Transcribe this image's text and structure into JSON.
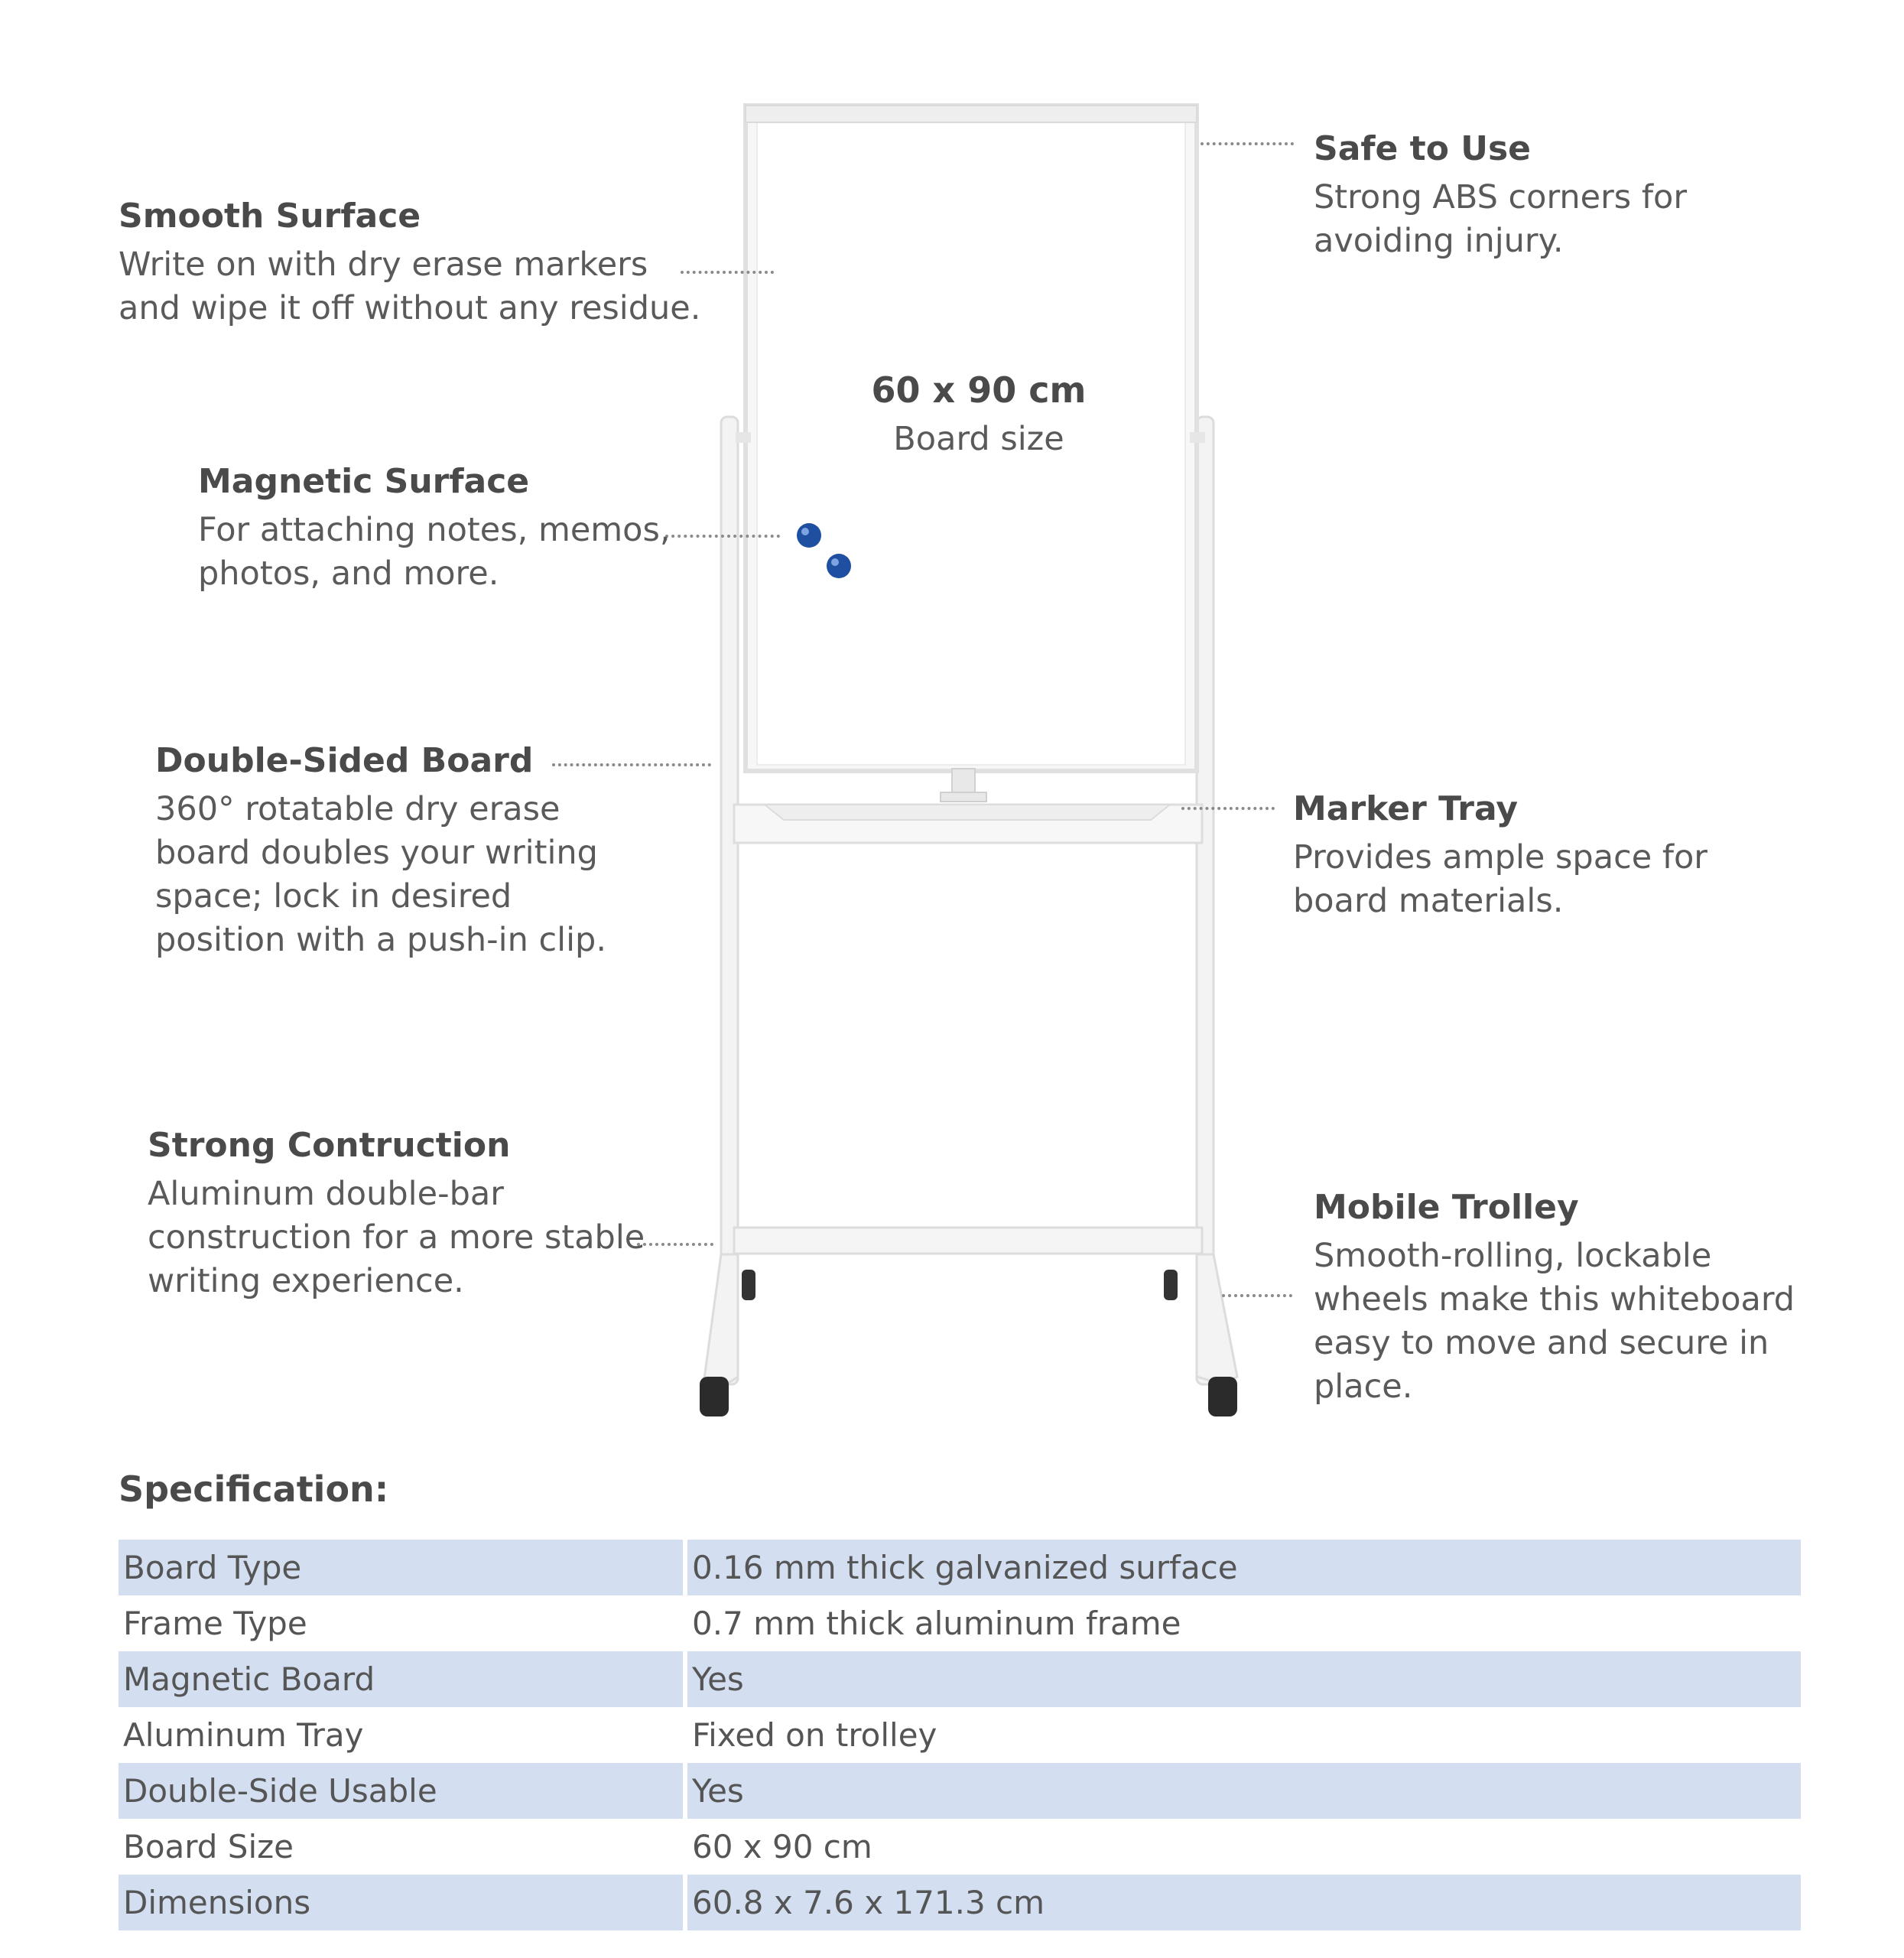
{
  "board": {
    "size": "60 x 90 cm",
    "caption": "Board size"
  },
  "features": {
    "safe_to_use": {
      "title": "Safe to Use",
      "description": "Strong ABS corners for\navoiding injury."
    },
    "smooth_surface": {
      "title": "Smooth Surface",
      "description": "Write on with dry erase markers\nand wipe it off without any residue."
    },
    "magnetic_surface": {
      "title": "Magnetic Surface",
      "description": "For attaching notes, memos,\nphotos, and more."
    },
    "double_sided_board": {
      "title": "Double-Sided Board",
      "description": "360° rotatable dry erase\nboard doubles your writing\nspace; lock in desired\nposition with a push-in clip."
    },
    "marker_tray": {
      "title": "Marker Tray",
      "description": "Provides ample space for\nboard materials."
    },
    "strong_construction": {
      "title": "Strong Contruction",
      "description": "Aluminum double-bar\nconstruction for a more stable\nwriting experience."
    },
    "mobile_trolley": {
      "title": "Mobile Trolley",
      "description": "Smooth-rolling, lockable\nwheels make this whiteboard\neasy to move and secure in\nplace."
    }
  },
  "colors": {
    "magnet": "#1f4fa0",
    "table_shade": "#d3dff0",
    "frame": "#e8e8e8"
  },
  "specification": {
    "title": "Specification:",
    "rows": [
      {
        "label": "Board Type",
        "value": "0.16 mm thick galvanized surface"
      },
      {
        "label": "Frame Type",
        "value": "0.7 mm thick aluminum frame"
      },
      {
        "label": "Magnetic Board",
        "value": "Yes"
      },
      {
        "label": "Aluminum Tray",
        "value": "Fixed on trolley"
      },
      {
        "label": "Double-Side Usable",
        "value": "Yes"
      },
      {
        "label": "Board Size",
        "value": "60 x 90 cm"
      },
      {
        "label": "Dimensions",
        "value": "60.8 x 7.6 x 171.3 cm"
      }
    ]
  }
}
